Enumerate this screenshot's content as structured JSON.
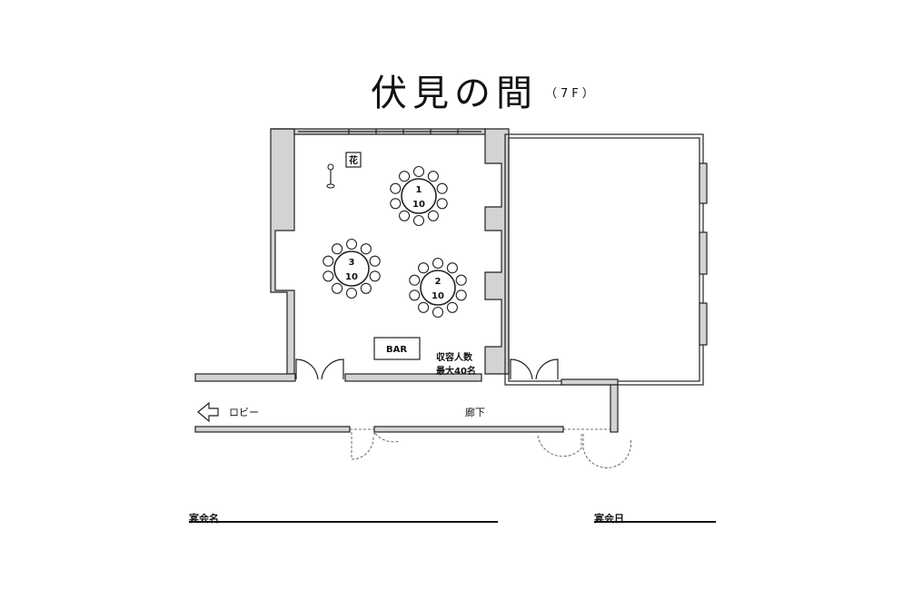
{
  "header": {
    "title": "伏見の間",
    "floor": "（7F）"
  },
  "plan": {
    "flower_label": "花",
    "bar_label": "BAR",
    "capacity_line1": "収容人数",
    "capacity_line2": "最大40名",
    "lobby_label": "ロビー",
    "corridor_label": "廊下",
    "tables": [
      {
        "number": "1",
        "seats": "10"
      },
      {
        "number": "2",
        "seats": "10"
      },
      {
        "number": "3",
        "seats": "10"
      }
    ]
  },
  "form": {
    "event_name_label": "宴会名",
    "event_date_label": "宴会日"
  }
}
